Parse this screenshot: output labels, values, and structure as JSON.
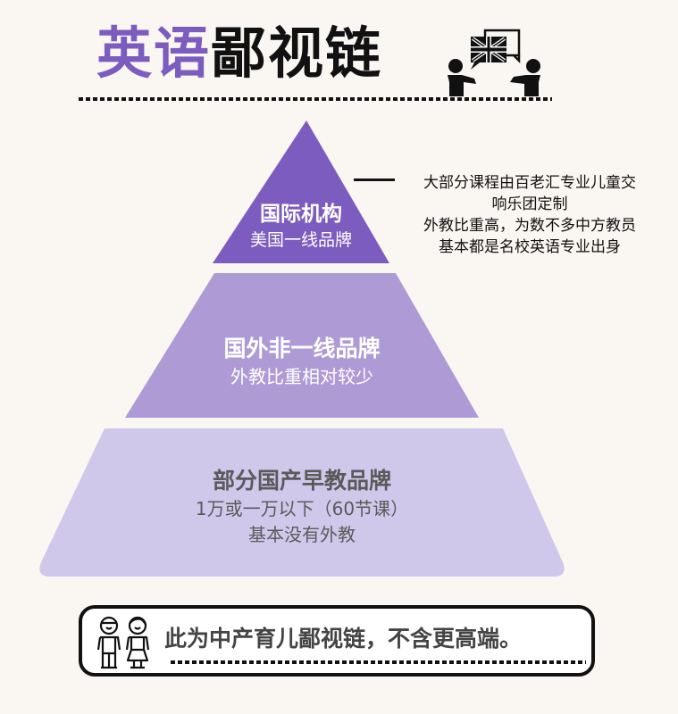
{
  "header": {
    "title_part1": "英语",
    "title_part2": "鄙视链",
    "icon": "two-people-speaking-english-flag-icon",
    "colors": {
      "accent": "#7c5cbf",
      "text": "#111111"
    }
  },
  "pyramid": {
    "tiers": [
      {
        "title": "国际机构",
        "subtitle": "美国一线品牌",
        "fill": "#7c5cbf",
        "text_color": "#ffffff"
      },
      {
        "title": "国外非一线品牌",
        "subtitle": "外教比重相对较少",
        "fill": "#ae9bd6",
        "text_color": "#ffffff"
      },
      {
        "title": "部分国产早教品牌",
        "subtitle": "1万或一万以下（60节课）",
        "subtitle2": "基本没有外教",
        "fill": "#d0c8ea",
        "text_color": "#5a5a5a"
      }
    ]
  },
  "annotation": {
    "lines": [
      "大部分课程由百老汇专业儿童交",
      "响乐团定制",
      "外教比重高，为数不多中方教员",
      "基本都是名校英语专业出身"
    ]
  },
  "footer": {
    "text": "此为中产育儿鄙视链，不含更高端。",
    "icon": "boy-and-girl-icon"
  },
  "background": "#faf6f2"
}
